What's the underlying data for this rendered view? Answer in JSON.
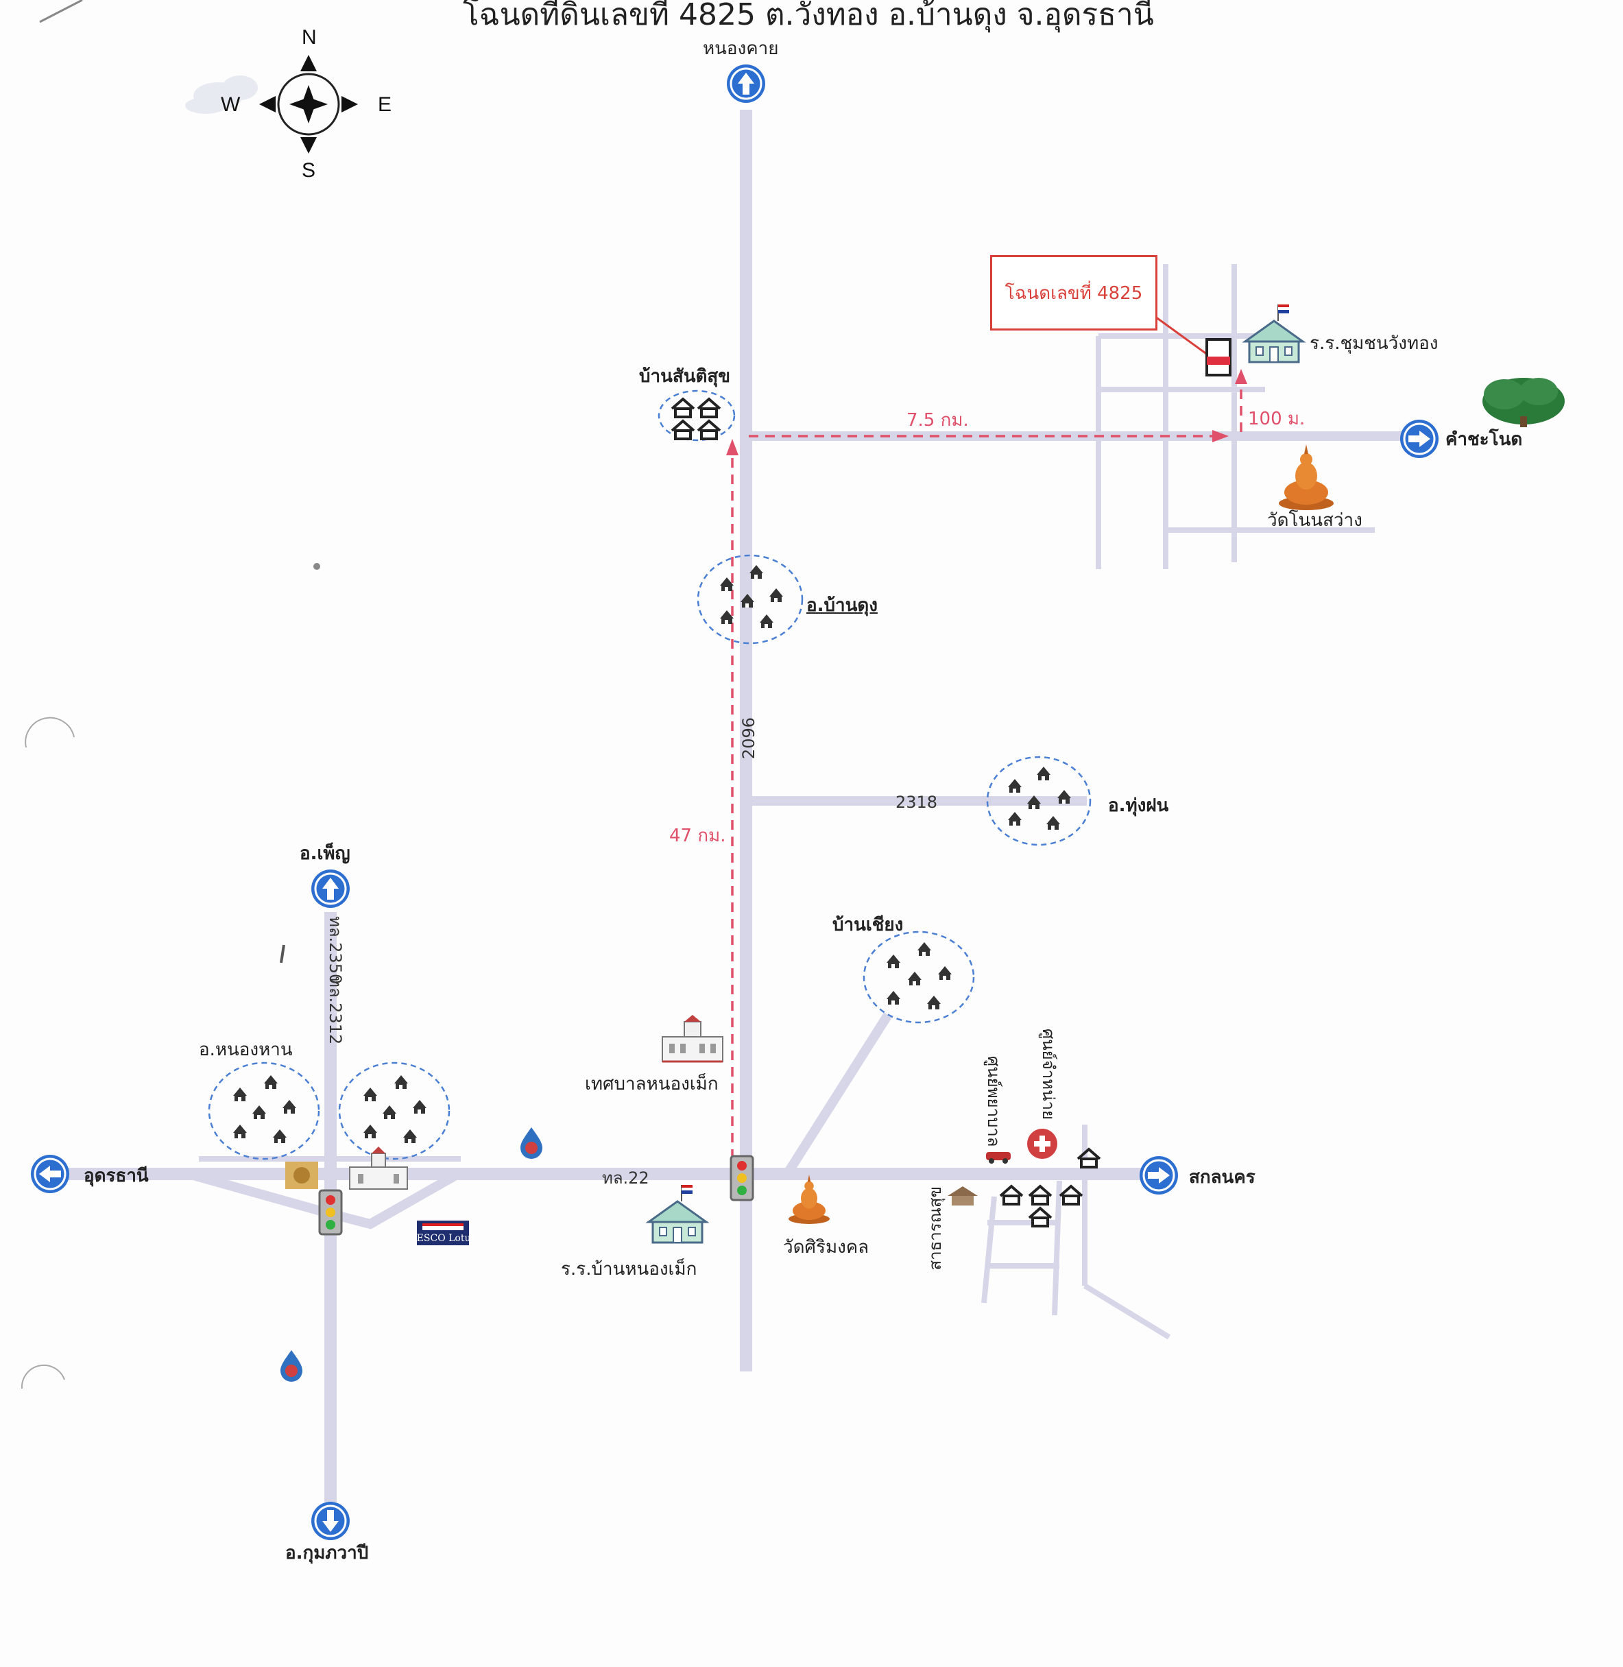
{
  "title": "โฉนดที่ดินเลขที่ 4825 ต.วังทอง อ.บ้านดุง จ.อุดรธานี",
  "compass": {
    "n": "N",
    "s": "S",
    "e": "E",
    "w": "W"
  },
  "deed_box": "โฉนดเลขที่ 4825",
  "destinations": {
    "north": "หนองคาย",
    "east_top": "คำชะโนด",
    "west": "อุดรธานี",
    "east_bottom": "สกลนคร",
    "phen": "อ.เพ็ญ",
    "kumphawapi": "อ.กุมภวาปี"
  },
  "places": {
    "ban_santisuk": "บ้านสันติสุข",
    "school_wangthong": "ร.ร.ชุมชนวังทอง",
    "wat_nonsawang": "วัดโนนสว่าง",
    "amphoe_bandung": "อ.บ้านดุง",
    "amphoe_thungfon": "อ.ทุ่งฝน",
    "ban_chiang": "บ้านเชียง",
    "amphoe_nonghan": "อ.หนองหาน",
    "tessaban": "เทศบาลหนองเม็ก",
    "school_nongmek": "ร.ร.บ้านหนองเม็ก",
    "wat_sirimongkol": "วัดศิริมงคล",
    "lotus_logo": "TESCO Lotus",
    "vertical_1": "สาธารณสุข",
    "vertical_2": "ศูนย์พยาบาล",
    "vertical_3": "ศูนย์จำหน่าย"
  },
  "distances": {
    "d_75km": "7.5 กม.",
    "d_100m": "100 ม.",
    "d_47km": "47 กม."
  },
  "roads": {
    "r2096": "2096",
    "r2318": "2318",
    "r22": "ทล.22",
    "r2350": "ทล.2350",
    "r2312": "ทล.2312"
  },
  "colors": {
    "road": "#d7d5e8",
    "route": "#e0506a",
    "arrow_blue": "#2d6fd0",
    "cluster_ring": "#4a7fd4"
  }
}
